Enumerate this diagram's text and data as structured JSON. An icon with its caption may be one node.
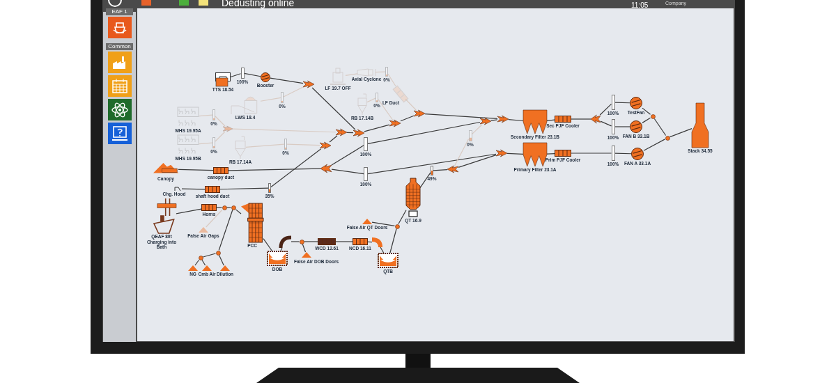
{
  "diagram": {
    "nodes": [
      {
        "text": [
          "TTS 18.54"
        ]
      },
      {
        "text": [
          "100%"
        ]
      },
      {
        "text": [
          "Booster"
        ]
      },
      {
        "text": [],
        "shape": "chevron"
      },
      {
        "text": [
          "LF 19.7 OFF"
        ]
      },
      {
        "text": [
          "Axial Cyclone"
        ]
      },
      {
        "text": [
          "0%"
        ]
      },
      {
        "text": [
          "LF Duct"
        ]
      },
      {
        "text": [
          "LWS 18.4"
        ]
      },
      {
        "text": [
          "0%"
        ]
      },
      {
        "text": [
          "MHS 19.95A"
        ]
      },
      {
        "text": [
          "0%"
        ]
      },
      {
        "text": [
          "MHS 19.95B"
        ]
      },
      {
        "text": [
          "0%"
        ]
      },
      {
        "text": [],
        "shape": "chevron"
      },
      {
        "text": [
          "RB 17.14B"
        ]
      },
      {
        "text": [
          "0%"
        ]
      },
      {
        "text": [
          "RB 17.14A"
        ]
      },
      {
        "text": [
          "0%"
        ]
      },
      {
        "text": [],
        "shape": "chevron"
      },
      {
        "text": [],
        "shape": "chevron"
      },
      {
        "text": [],
        "shape": "chevron"
      },
      {
        "text": [],
        "shape": "chevron"
      },
      {
        "text": [],
        "shape": "chevron"
      },
      {
        "text": [
          "100%"
        ]
      },
      {
        "text": [
          "100%"
        ]
      },
      {
        "text": [],
        "shape": "chevron"
      },
      {
        "text": [
          "Canopy"
        ]
      },
      {
        "text": [
          "canopy duct"
        ]
      },
      {
        "text": [
          "Chg. Hood"
        ]
      },
      {
        "text": [
          "shaft hood duct"
        ]
      },
      {
        "text": [
          "35%"
        ]
      },
      {
        "text": [
          "QEAF 80t Charging into Bath"
        ]
      },
      {
        "text": [
          "Horns"
        ]
      },
      {
        "text": [],
        "shape": "circle"
      },
      {
        "text": [],
        "shape": "circle"
      },
      {
        "text": [
          "False Air Gaps"
        ]
      },
      {
        "text": [
          "PCC"
        ]
      },
      {
        "text": [],
        "shape": "circle"
      },
      {
        "text": [],
        "shape": "circle"
      },
      {
        "text": [
          "NG"
        ]
      },
      {
        "text": [
          "Cmb Air"
        ]
      },
      {
        "text": [
          "Dilution"
        ]
      },
      {
        "text": [
          "DOB"
        ]
      },
      {
        "text": [],
        "shape": "duct"
      },
      {
        "text": [],
        "shape": "circle"
      },
      {
        "text": [
          "False Air DOB Doors"
        ]
      },
      {
        "text": [
          "WCD 12.61"
        ]
      },
      {
        "text": [
          "NCD 16.11"
        ]
      },
      {
        "text": [],
        "shape": "duct"
      },
      {
        "text": [
          "QTB"
        ]
      },
      {
        "text": [],
        "shape": "circle"
      },
      {
        "text": [
          "False Air QT Doors"
        ]
      },
      {
        "text": [
          "QT 16.9"
        ]
      },
      {
        "text": [
          "49%"
        ]
      },
      {
        "text": [],
        "shape": "chevron"
      },
      {
        "text": [
          "0%"
        ]
      },
      {
        "text": [],
        "shape": "chevron"
      },
      {
        "text": [],
        "shape": "chevron"
      },
      {
        "text": [],
        "shape": "chevron"
      },
      {
        "text": [
          "Secondary Filter 23.1B"
        ]
      },
      {
        "text": [
          "Sec PJF Cooler"
        ]
      },
      {
        "text": [],
        "shape": "chevron"
      },
      {
        "text": [
          "100%"
        ]
      },
      {
        "text": [
          "100%"
        ]
      },
      {
        "text": [
          "TestFan"
        ]
      },
      {
        "text": [
          "FAN B 33.1B"
        ]
      },
      {
        "text": [],
        "shape": "circle"
      },
      {
        "text": [
          "Primary Filter 23.1A"
        ]
      },
      {
        "text": [
          "Prim PJF Cooler"
        ]
      },
      {
        "text": [
          "100%"
        ]
      },
      {
        "text": [
          "FAN A 33.1A"
        ]
      },
      {
        "text": [],
        "shape": "circle"
      },
      {
        "text": [
          "Stack 34.55"
        ]
      }
    ],
    "edges": [
      {
        "from": 0,
        "to": 1,
        "arrow": "none"
      },
      {
        "from": 1,
        "to": 2,
        "arrow": "none"
      },
      {
        "from": 2,
        "to": 3,
        "arrow": "none"
      },
      {
        "from": 3,
        "to": 20,
        "arrow": "none"
      },
      {
        "from": 8,
        "to": 9,
        "arrow": "none",
        "color": "#d9cbc3"
      },
      {
        "from": 9,
        "to": 3,
        "arrow": "none",
        "color": "#d9cbc3"
      },
      {
        "from": 4,
        "to": 5,
        "arrow": "none",
        "color": "#d9cbc3"
      },
      {
        "from": 5,
        "to": 6,
        "arrow": "none",
        "color": "#d9cbc3"
      },
      {
        "from": 6,
        "to": 7,
        "arrow": "none",
        "color": "#d9cbc3"
      },
      {
        "from": 7,
        "to": 23,
        "arrow": "none",
        "color": "#d9cbc3"
      },
      {
        "from": 15,
        "to": 16,
        "arrow": "none",
        "color": "#d9cbc3"
      },
      {
        "from": 16,
        "to": 22,
        "arrow": "none",
        "color": "#d9cbc3"
      },
      {
        "from": 10,
        "to": 11,
        "arrow": "none",
        "color": "#d9cbc3"
      },
      {
        "from": 11,
        "to": 14,
        "arrow": "none",
        "color": "#d9cbc3"
      },
      {
        "from": 12,
        "to": 13,
        "arrow": "none",
        "color": "#d9cbc3"
      },
      {
        "from": 13,
        "to": 14,
        "arrow": "none",
        "color": "#d9cbc3"
      },
      {
        "from": 14,
        "to": 19,
        "arrow": "none",
        "color": "#d9cbc3"
      },
      {
        "from": 17,
        "to": 18,
        "arrow": "none",
        "color": "#d9cbc3"
      },
      {
        "from": 18,
        "to": 21,
        "arrow": "none",
        "color": "#d9cbc3"
      },
      {
        "from": 21,
        "to": 19,
        "arrow": "none"
      },
      {
        "from": 19,
        "to": 20,
        "arrow": "none"
      },
      {
        "from": 20,
        "to": 22,
        "arrow": "none"
      },
      {
        "from": 22,
        "to": 23,
        "arrow": "none"
      },
      {
        "from": 23,
        "to": 58,
        "arrow": "none"
      },
      {
        "from": 57,
        "to": 58,
        "arrow": "none"
      },
      {
        "from": 58,
        "to": 60,
        "arrow": "none"
      },
      {
        "from": 24,
        "to": 57,
        "arrow": "none"
      },
      {
        "from": 26,
        "to": 24,
        "arrow": "none"
      },
      {
        "from": 26,
        "to": 25,
        "arrow": "none"
      },
      {
        "from": 25,
        "to": 59,
        "arrow": "none"
      },
      {
        "from": 28,
        "to": 26,
        "arrow": "none"
      },
      {
        "from": 27,
        "to": 28,
        "arrow": "none"
      },
      {
        "from": 29,
        "to": 30,
        "arrow": "none"
      },
      {
        "from": 30,
        "to": 31,
        "arrow": "none"
      },
      {
        "from": 31,
        "to": 21,
        "arrow": "none"
      },
      {
        "from": 32,
        "to": 33,
        "arrow": "none"
      },
      {
        "from": 33,
        "to": 34,
        "arrow": "none"
      },
      {
        "from": 34,
        "to": 35,
        "arrow": "none"
      },
      {
        "from": 35,
        "to": 37,
        "arrow": "none"
      },
      {
        "from": 36,
        "to": 34,
        "arrow": "none",
        "color": "#d9cbc3"
      },
      {
        "from": 38,
        "to": 35,
        "arrow": "none"
      },
      {
        "from": 39,
        "to": 38,
        "arrow": "none"
      },
      {
        "from": 40,
        "to": 39,
        "arrow": "none"
      },
      {
        "from": 41,
        "to": 39,
        "arrow": "none"
      },
      {
        "from": 42,
        "to": 38,
        "arrow": "none"
      },
      {
        "from": 37,
        "to": 43,
        "arrow": "none"
      },
      {
        "from": 43,
        "to": 44,
        "arrow": "none"
      },
      {
        "from": 44,
        "to": 45,
        "arrow": "none"
      },
      {
        "from": 46,
        "to": 45,
        "arrow": "none"
      },
      {
        "from": 45,
        "to": 47,
        "arrow": "none"
      },
      {
        "from": 47,
        "to": 48,
        "arrow": "none"
      },
      {
        "from": 48,
        "to": 49,
        "arrow": "none"
      },
      {
        "from": 49,
        "to": 50,
        "arrow": "none"
      },
      {
        "from": 50,
        "to": 51,
        "arrow": "none"
      },
      {
        "from": 52,
        "to": 51,
        "arrow": "none"
      },
      {
        "from": 51,
        "to": 53,
        "arrow": "none"
      },
      {
        "from": 53,
        "to": 54,
        "arrow": "none"
      },
      {
        "from": 54,
        "to": 55,
        "arrow": "none"
      },
      {
        "from": 55,
        "to": 59,
        "arrow": "none"
      },
      {
        "from": 55,
        "to": 56,
        "arrow": "none",
        "color": "#d9cbc3"
      },
      {
        "from": 56,
        "to": 57,
        "arrow": "none",
        "color": "#d9cbc3"
      },
      {
        "from": 59,
        "to": 68,
        "arrow": "none"
      },
      {
        "from": 60,
        "to": 61,
        "arrow": "none"
      },
      {
        "from": 61,
        "to": 62,
        "arrow": "none"
      },
      {
        "from": 62,
        "to": 63,
        "arrow": "none"
      },
      {
        "from": 62,
        "to": 64,
        "arrow": "none"
      },
      {
        "from": 63,
        "to": 65,
        "arrow": "none"
      },
      {
        "from": 64,
        "to": 66,
        "arrow": "none"
      },
      {
        "from": 65,
        "to": 67,
        "arrow": "none"
      },
      {
        "from": 66,
        "to": 67,
        "arrow": "none"
      },
      {
        "from": 67,
        "to": 72,
        "arrow": "none"
      },
      {
        "from": 68,
        "to": 69,
        "arrow": "none"
      },
      {
        "from": 69,
        "to": 70,
        "arrow": "none"
      },
      {
        "from": 70,
        "to": 71,
        "arrow": "none"
      },
      {
        "from": 71,
        "to": 72,
        "arrow": "none"
      },
      {
        "from": 72,
        "to": 73,
        "arrow": "none"
      }
    ],
    "labels": [
      "Dedusting online",
      "11:05",
      "Company",
      "EAF 1",
      "Common"
    ]
  }
}
